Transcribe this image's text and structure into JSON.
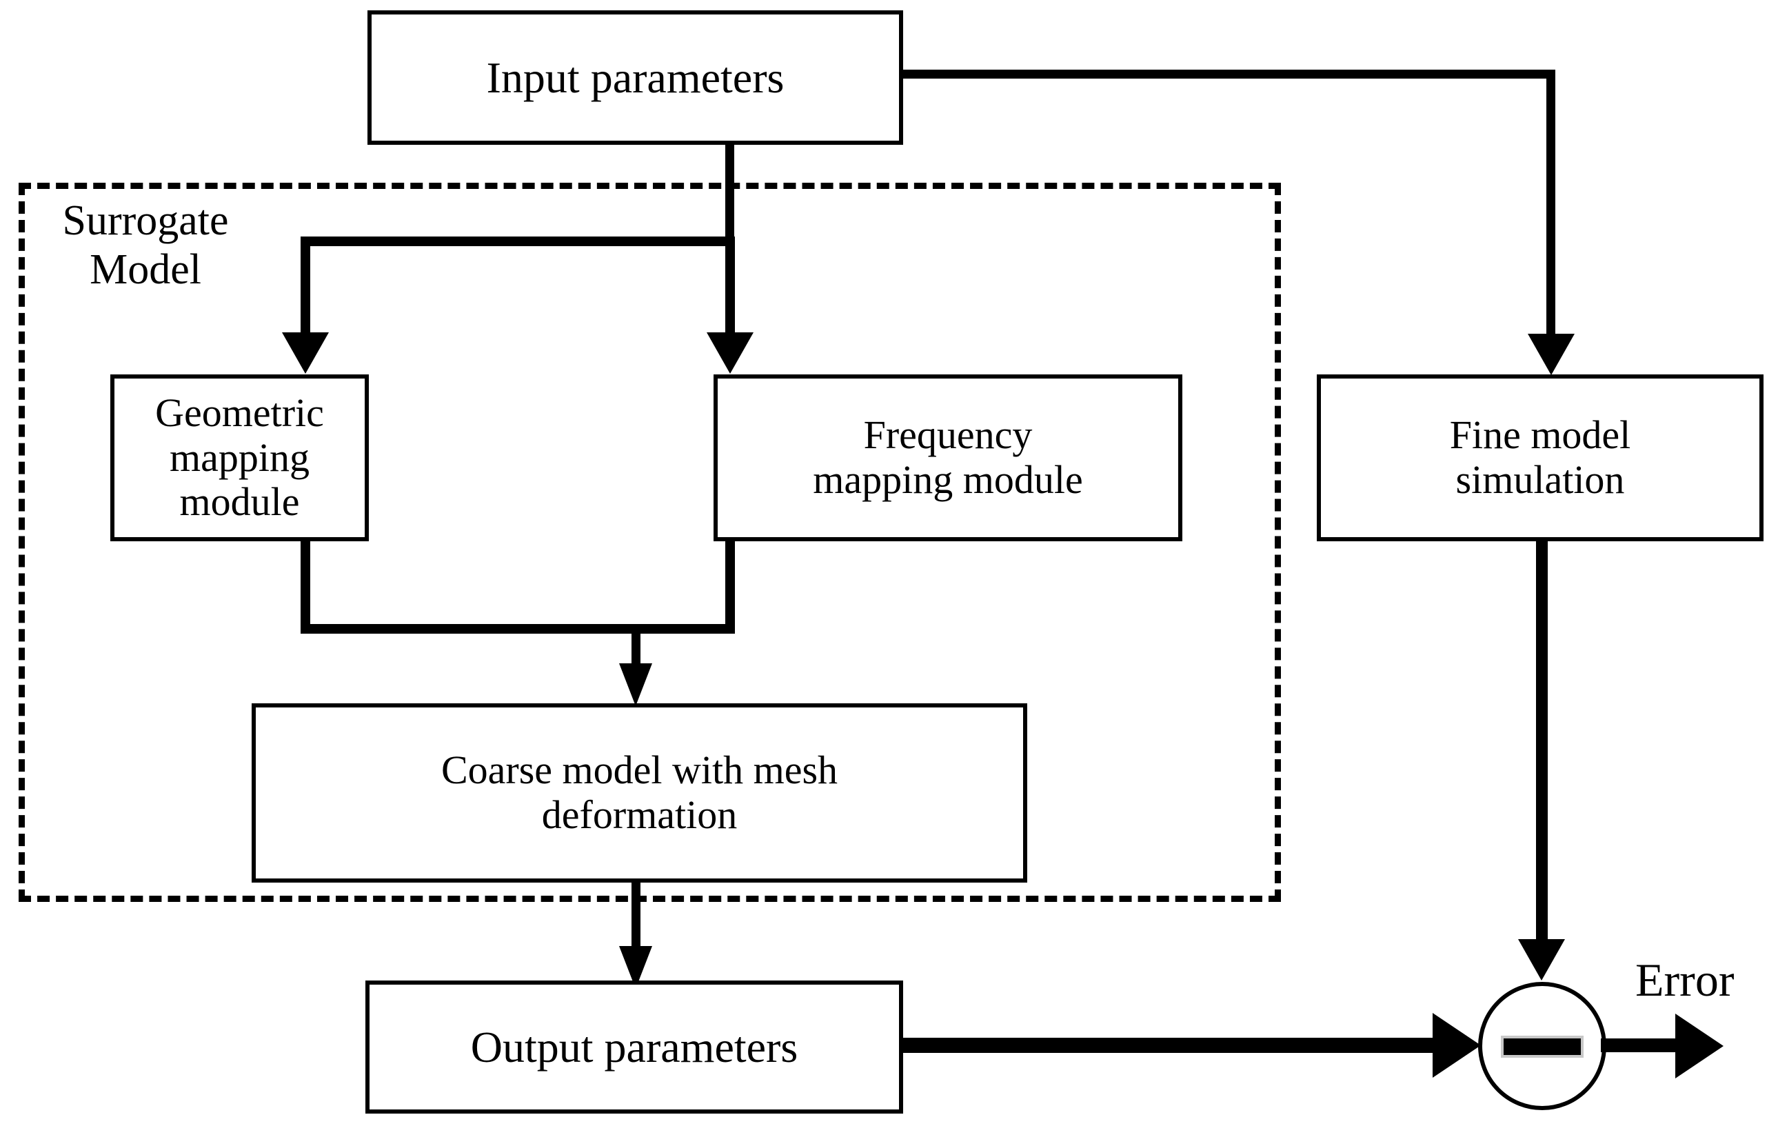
{
  "diagram": {
    "title": "Surrogate model flowchart",
    "colors": {
      "stroke": "#000000",
      "fill": "#ffffff",
      "minus_outline": "#c8c8c8"
    }
  },
  "region": {
    "surrogate_label": "Surrogate\nModel"
  },
  "nodes": {
    "input_parameters": {
      "label": "Input parameters"
    },
    "geometric_mapping": {
      "label": "Geometric\nmapping module"
    },
    "frequency_mapping": {
      "label": "Frequency\nmapping module"
    },
    "fine_model": {
      "label": "Fine model\nsimulation"
    },
    "coarse_model": {
      "label": "Coarse model with mesh\ndeformation"
    },
    "output_parameters": {
      "label": "Output parameters"
    },
    "summing_junction": {
      "operator": "−"
    }
  },
  "labels": {
    "error": "Error"
  },
  "edges": [
    {
      "from": "input_parameters",
      "to": "geometric_mapping",
      "style": "elbow-split-left"
    },
    {
      "from": "input_parameters",
      "to": "frequency_mapping",
      "style": "elbow-split-right"
    },
    {
      "from": "input_parameters",
      "to": "fine_model",
      "style": "elbow-right-down"
    },
    {
      "from": "geometric_mapping",
      "to": "coarse_model",
      "style": "elbow-merge-left"
    },
    {
      "from": "frequency_mapping",
      "to": "coarse_model",
      "style": "elbow-merge-right"
    },
    {
      "from": "coarse_model",
      "to": "output_parameters",
      "style": "straight-down"
    },
    {
      "from": "output_parameters",
      "to": "summing_junction",
      "style": "straight-right"
    },
    {
      "from": "fine_model",
      "to": "summing_junction",
      "style": "straight-down"
    },
    {
      "from": "summing_junction",
      "to": "error",
      "style": "straight-right"
    }
  ]
}
